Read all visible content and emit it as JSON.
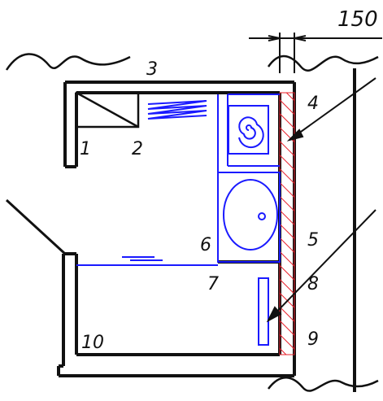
{
  "drawing": {
    "dimension_text": "150",
    "labels": {
      "l1": "1",
      "l2": "2",
      "l3": "3",
      "l4": "4",
      "l5": "5",
      "l6": "6",
      "l7": "7",
      "l8": "8",
      "l9": "9",
      "l10": "10"
    }
  },
  "colors": {
    "wall": "#111111",
    "fixtures": "#1a1aff",
    "hatch": "#e8202a"
  }
}
